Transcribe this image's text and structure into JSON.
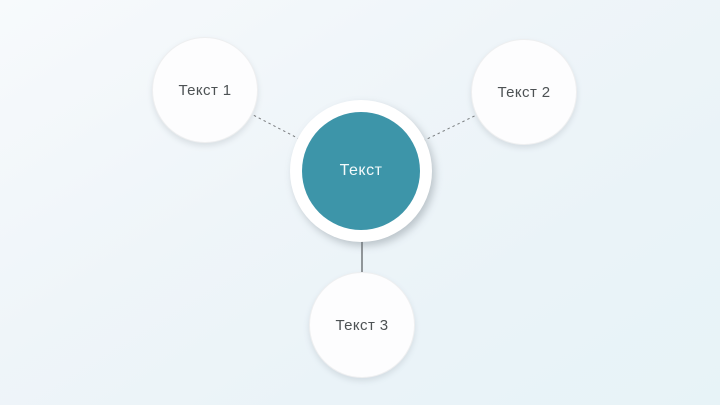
{
  "diagram": {
    "type": "hub-and-spoke",
    "center": {
      "label": "Текст"
    },
    "nodes": [
      {
        "id": "node-1",
        "label": "Текст 1",
        "position": "top-left"
      },
      {
        "id": "node-2",
        "label": "Текст 2",
        "position": "top-right"
      },
      {
        "id": "node-3",
        "label": "Текст 3",
        "position": "bottom-center"
      }
    ],
    "connectors": [
      {
        "from": "center",
        "to": "node-1",
        "style": "dashed"
      },
      {
        "from": "center",
        "to": "node-2",
        "style": "dashed"
      },
      {
        "from": "center",
        "to": "node-3",
        "style": "solid"
      }
    ],
    "colors": {
      "center_fill": "#3d95a9",
      "center_text": "#f4fafb",
      "node_fill": "#fdfdfe",
      "node_text": "#4d5254",
      "connector_dashed": "#7b7e80",
      "connector_solid": "#54585a",
      "background_top_left": "#f7fafc",
      "background_bottom_right": "#e7f3f7"
    }
  }
}
